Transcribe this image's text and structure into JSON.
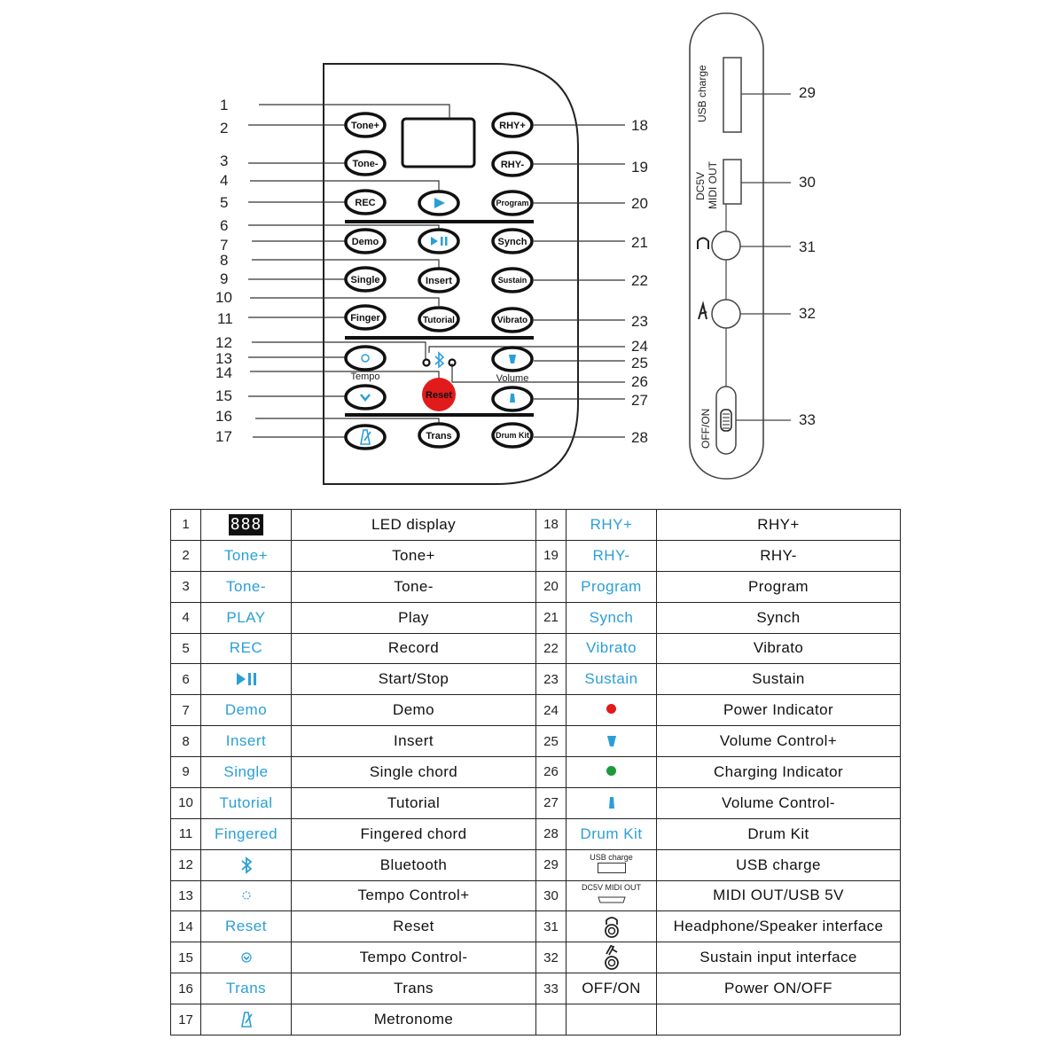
{
  "panel": {
    "left_buttons": [
      "Tone+",
      "Tone-",
      "REC",
      "Demo",
      "Single",
      "Finger"
    ],
    "mid_buttons": [
      "Insert",
      "Tutorial",
      "Trans"
    ],
    "right_buttons": [
      "RHY+",
      "RHY-",
      "Program",
      "Synch",
      "Sustain",
      "Vibrato",
      "Drum Kit"
    ],
    "reset_label": "Reset",
    "tempo_caption": "Tempo",
    "volume_caption": "Volume",
    "left_numbers": [
      "1",
      "2",
      "3",
      "4",
      "5",
      "6",
      "7",
      "8",
      "9",
      "10",
      "11",
      "12",
      "13",
      "14",
      "15",
      "16",
      "17"
    ],
    "right_numbers": [
      "18",
      "19",
      "20",
      "21",
      "22",
      "23",
      "24",
      "25",
      "26",
      "27",
      "28"
    ]
  },
  "side_panel": {
    "usb_label": "USB charge",
    "dc_label_1": "DC5V",
    "dc_label_2": "MIDI OUT",
    "switch_label": "OFF/ON",
    "numbers": [
      "29",
      "30",
      "31",
      "32",
      "33"
    ]
  },
  "table": {
    "rows": [
      {
        "left_no": "1",
        "left_label": "888",
        "left_desc": "LED display",
        "right_no": "18",
        "right_label": "RHY+",
        "right_desc": "RHY+"
      },
      {
        "left_no": "2",
        "left_label": "Tone+",
        "left_desc": "Tone+",
        "right_no": "19",
        "right_label": "RHY-",
        "right_desc": "RHY-"
      },
      {
        "left_no": "3",
        "left_label": "Tone-",
        "left_desc": "Tone-",
        "right_no": "20",
        "right_label": "Program",
        "right_desc": "Program"
      },
      {
        "left_no": "4",
        "left_label": "PLAY",
        "left_desc": "Play",
        "right_no": "21",
        "right_label": "Synch",
        "right_desc": "Synch"
      },
      {
        "left_no": "5",
        "left_label": "REC",
        "left_desc": "Record",
        "right_no": "22",
        "right_label": "Vibrato",
        "right_desc": "Vibrato"
      },
      {
        "left_no": "6",
        "left_label": "",
        "left_desc": "Start/Stop",
        "right_no": "23",
        "right_label": "Sustain",
        "right_desc": "Sustain"
      },
      {
        "left_no": "7",
        "left_label": "Demo",
        "left_desc": "Demo",
        "right_no": "24",
        "right_label": "",
        "right_desc": "Power Indicator"
      },
      {
        "left_no": "8",
        "left_label": "Insert",
        "left_desc": "Insert",
        "right_no": "25",
        "right_label": "",
        "right_desc": "Volume Control+"
      },
      {
        "left_no": "9",
        "left_label": "Single",
        "left_desc": "Single chord",
        "right_no": "26",
        "right_label": "",
        "right_desc": "Charging Indicator"
      },
      {
        "left_no": "10",
        "left_label": "Tutorial",
        "left_desc": "Tutorial",
        "right_no": "27",
        "right_label": "",
        "right_desc": "Volume Control-"
      },
      {
        "left_no": "11",
        "left_label": "Fingered",
        "left_desc": "Fingered chord",
        "right_no": "28",
        "right_label": "Drum Kit",
        "right_desc": "Drum Kit"
      },
      {
        "left_no": "12",
        "left_label": "",
        "left_desc": "Bluetooth",
        "right_no": "29",
        "right_label": "USB charge",
        "right_desc": "USB  charge"
      },
      {
        "left_no": "13",
        "left_label": "",
        "left_desc": "Tempo Control+",
        "right_no": "30",
        "right_label": "DC5V MIDI OUT",
        "right_desc": "MIDI OUT/USB 5V"
      },
      {
        "left_no": "14",
        "left_label": "Reset",
        "left_desc": "Reset",
        "right_no": "31",
        "right_label": "",
        "right_desc": "Headphone/Speaker interface"
      },
      {
        "left_no": "15",
        "left_label": "",
        "left_desc": "Tempo Control-",
        "right_no": "32",
        "right_label": "",
        "right_desc": "Sustain input interface"
      },
      {
        "left_no": "16",
        "left_label": "Trans",
        "left_desc": "Trans",
        "right_no": "33",
        "right_label": "OFF/ON",
        "right_desc": "Power ON/OFF"
      },
      {
        "left_no": "17",
        "left_label": "",
        "left_desc": "Metronome",
        "right_no": "",
        "right_label": "",
        "right_desc": ""
      }
    ]
  },
  "colors": {
    "accent_blue": "#2a9fd6",
    "power_red": "#e11b1b",
    "charge_green": "#1d9a3a",
    "outline": "#111111"
  },
  "icons": {
    "row6": "play-pause-icon",
    "row12": "bluetooth-icon",
    "row13": "tempo-plus-icon",
    "row15": "tempo-minus-icon",
    "row17": "metronome-icon",
    "row24": "red-dot-icon",
    "row25": "volume-plus-icon",
    "row26": "green-dot-icon",
    "row27": "volume-minus-icon",
    "row31": "headphone-jack-icon",
    "row32": "sustain-jack-icon"
  }
}
